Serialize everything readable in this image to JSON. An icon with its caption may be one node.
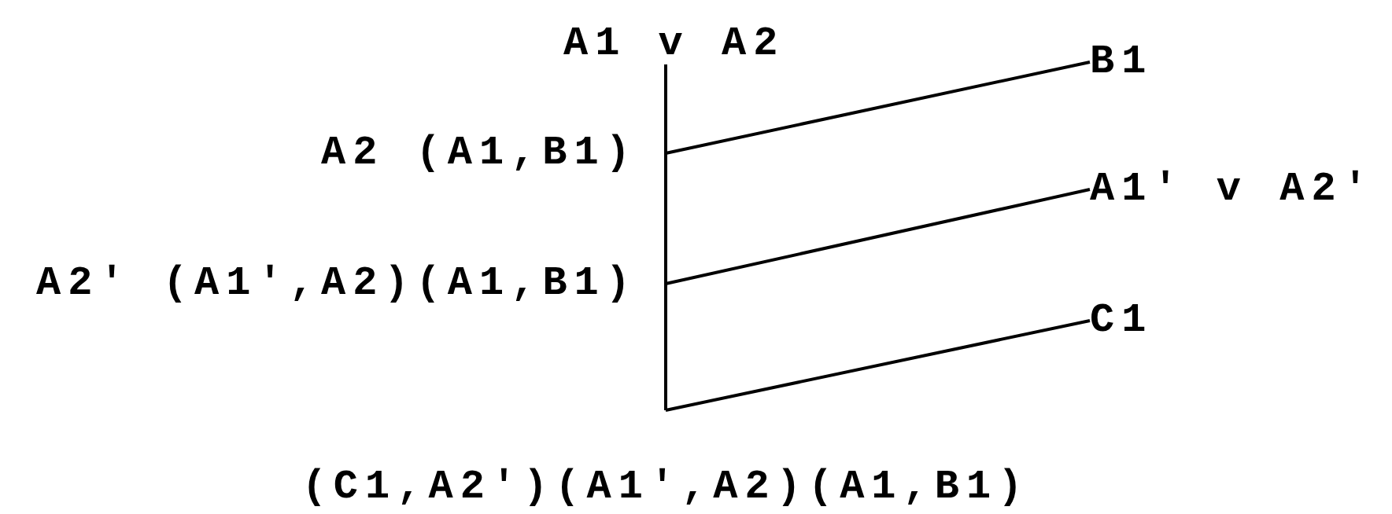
{
  "diagram": {
    "nodes": [
      {
        "text": [
          "A1 v A2"
        ]
      },
      {
        "text": [
          "B1"
        ]
      },
      {
        "text": [
          "A2 (A1,B1)"
        ]
      },
      {
        "text": [
          "A1' v A2'"
        ]
      },
      {
        "text": [
          "A2' (A1',A2)(A1,B1)"
        ]
      },
      {
        "text": [
          "C1"
        ]
      },
      {
        "text": [
          "(C1,A2')(A1',A2)(A1,B1)"
        ]
      }
    ],
    "edges": [
      {
        "from": 0,
        "to": 2,
        "arrow": "none"
      },
      {
        "from": 1,
        "to": 2,
        "arrow": "none"
      },
      {
        "from": 2,
        "to": 4,
        "arrow": "none"
      },
      {
        "from": 3,
        "to": 4,
        "arrow": "none"
      },
      {
        "from": 4,
        "to": 6,
        "arrow": "none"
      },
      {
        "from": 5,
        "to": 6,
        "arrow": "none"
      }
    ]
  }
}
